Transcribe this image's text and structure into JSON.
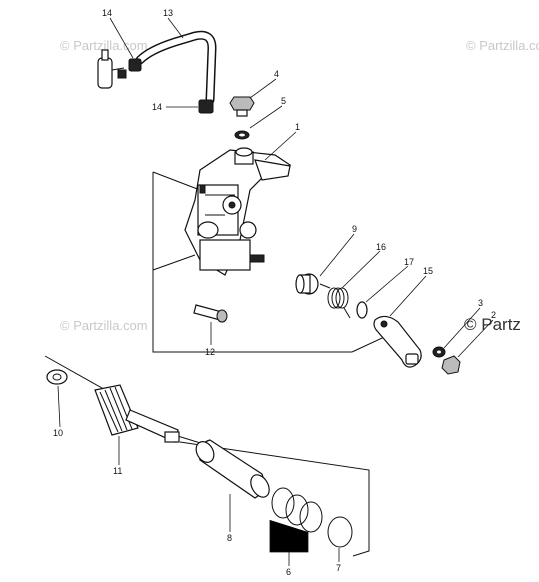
{
  "watermarks": [
    {
      "text": "© Partzilla.com"
    },
    {
      "text": "© Partzilla.com"
    },
    {
      "text": "© Partzilla.com"
    },
    {
      "text": "© Partz"
    }
  ],
  "callouts": [
    "14",
    "13",
    "4",
    "5",
    "1",
    "14",
    "9",
    "16",
    "17",
    "15",
    "3",
    "2",
    "12",
    "10",
    "11",
    "8",
    "6",
    "7"
  ],
  "colors": {
    "line": "#111111",
    "watermark": "#c8c8c8",
    "background": "#ffffff"
  }
}
